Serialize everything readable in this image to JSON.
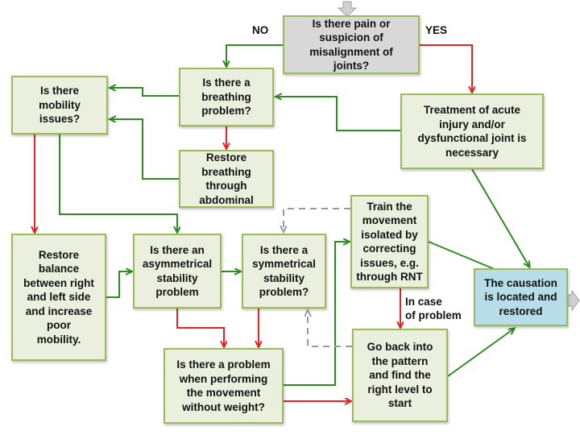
{
  "nodes": {
    "start": "Is there pain or\nsuspicion of\nmisalignment of\njoints?",
    "breathing": "Is there a\nbreathing\nproblem?",
    "mobility": "Is there\nmobility\nissues?",
    "treatment": "Treatment of acute\ninjury and/or\ndysfunctional joint is\nnecessary",
    "restore_breathing": "Restore\nbreathing\nthrough\nabdominal",
    "restore_balance": "Restore\nbalance\nbetween right\nand left side\nand increase\npoor\nmobility.",
    "asymmetrical": "Is there an\nasymmetrical\nstability\nproblem",
    "symmetrical": "Is there a\nsymmetrical\nstability\nproblem?",
    "train": "Train the\nmovement\nisolated by\ncorrecting\nissues, e.g.\nthrough RNT",
    "causation": "The causation\nis located and\nrestored",
    "without_weight": "Is there a problem\nwhen performing\nthe movement\nwithout weight?",
    "go_back": "Go back into\nthe pattern\nand find the\nright level to\nstart"
  },
  "labels": {
    "no": "NO",
    "yes": "YES",
    "in_case": "In case\nof problem"
  },
  "colors": {
    "yes_arrow": "#e8201e",
    "no_arrow": "#2e8b22",
    "dashed_arrow": "#999999",
    "box_fill": "#ebf0de",
    "box_border": "#9bbb59",
    "start_fill": "#d8d8d8",
    "end_fill": "#b7dde8"
  }
}
